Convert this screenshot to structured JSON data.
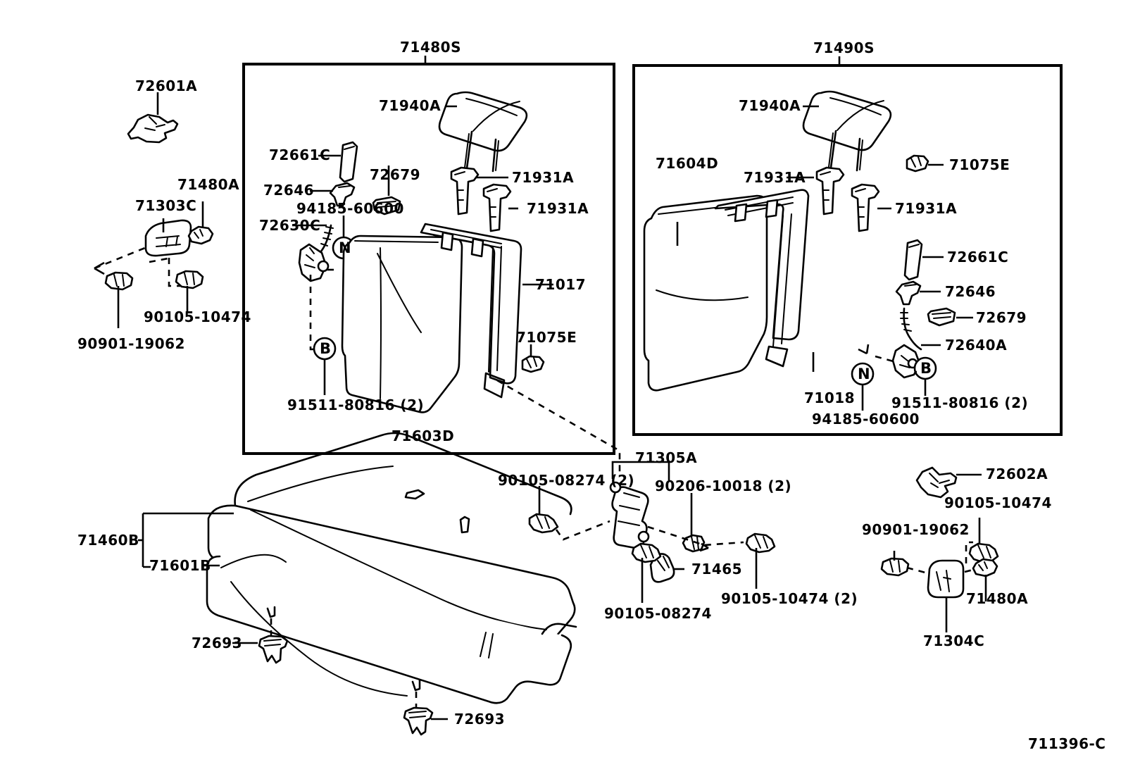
{
  "diagram": {
    "drawing_number": "711396-C",
    "groups": [
      {
        "id": "left-panel",
        "code": "71480S"
      },
      {
        "id": "right-panel",
        "code": "71490S"
      }
    ]
  },
  "labels": {
    "l_72601A": "72601A",
    "l_71480A_left": "71480A",
    "l_71303C": "71303C",
    "l_90105_10474_left": "90105-10474",
    "l_90901_19062_left": "90901-19062",
    "l_71480S": "71480S",
    "l_71940A_left": "71940A",
    "l_72661C_left": "72661C",
    "l_72679_left": "72679",
    "l_72646_left": "72646",
    "l_94185_60600_left": "94185-60600",
    "l_72630C": "72630C",
    "l_71931A_l1": "71931A",
    "l_71931A_l2": "71931A",
    "l_71017": "71017",
    "l_71075E_left": "71075E",
    "l_91511_80816_left": "91511-80816 (2)",
    "l_71603D": "71603D",
    "l_B_left": "B",
    "l_N_left": "N",
    "l_71490S": "71490S",
    "l_71940A_right": "71940A",
    "l_71604D": "71604D",
    "l_71931A_r1": "71931A",
    "l_71931A_r2": "71931A",
    "l_71075E_right": "71075E",
    "l_72661C_right": "72661C",
    "l_72646_right": "72646",
    "l_72679_right": "72679",
    "l_72640A": "72640A",
    "l_71018": "71018",
    "l_94185_60600_right": "94185-60600",
    "l_91511_80816_right": "91511-80816 (2)",
    "l_B_right": "B",
    "l_N_right": "N",
    "l_71460B": "71460B",
    "l_71601B": "71601B",
    "l_72693_upper": "72693",
    "l_72693_lower": "72693",
    "l_90105_08274_2": "90105-08274 (2)",
    "l_71305A": "71305A",
    "l_90206_10018_2": "90206-10018 (2)",
    "l_71465": "71465",
    "l_90105_08274": "90105-08274",
    "l_90105_10474_2": "90105-10474 (2)",
    "l_72602A": "72602A",
    "l_90105_10474_right": "90105-10474",
    "l_90901_19062_right": "90901-19062",
    "l_71480A_right": "71480A",
    "l_71304C": "71304C",
    "l_drawing_no": "711396-C"
  }
}
